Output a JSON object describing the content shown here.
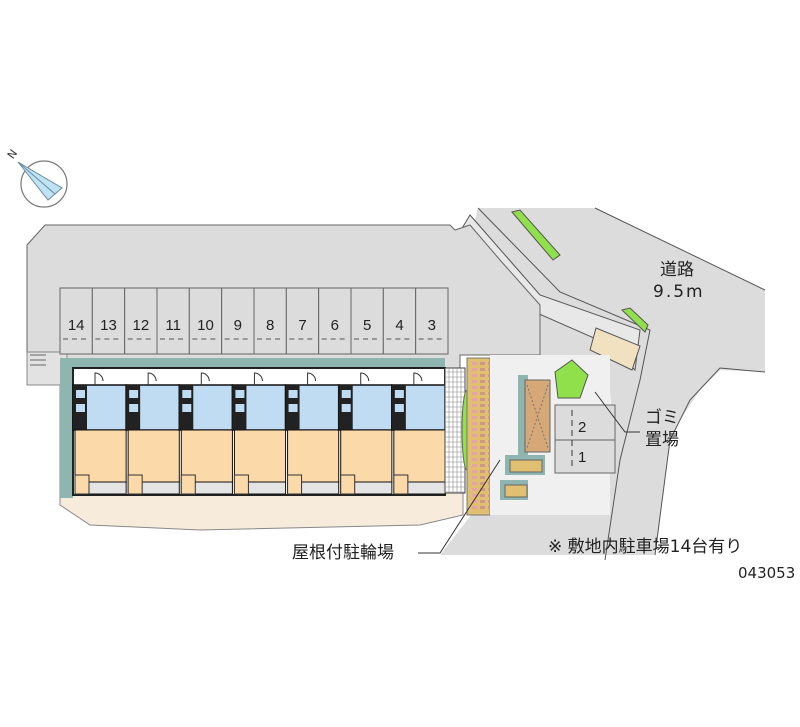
{
  "compass": {
    "label": "N"
  },
  "parking_stalls": [
    "14",
    "13",
    "12",
    "11",
    "10",
    "9",
    "8",
    "7",
    "6",
    "5",
    "4",
    "3"
  ],
  "side_parking": [
    "2",
    "1"
  ],
  "labels": {
    "road_name": "道路",
    "road_width": "9.5m",
    "garbage_line1": "ゴミ",
    "garbage_line2": "置場",
    "bicycle_parking": "屋根付駐輪場",
    "note": "※ 敷地内駐車場14台有り",
    "property_id": "043053"
  },
  "colors": {
    "ground": "#dcdcdc",
    "room": "#fbd9a8",
    "wet": "#bfdcf2",
    "green": "#8fe04a",
    "brick": "#e0c070",
    "teal": "#8fb5b0",
    "path": "#f7ebdc"
  }
}
